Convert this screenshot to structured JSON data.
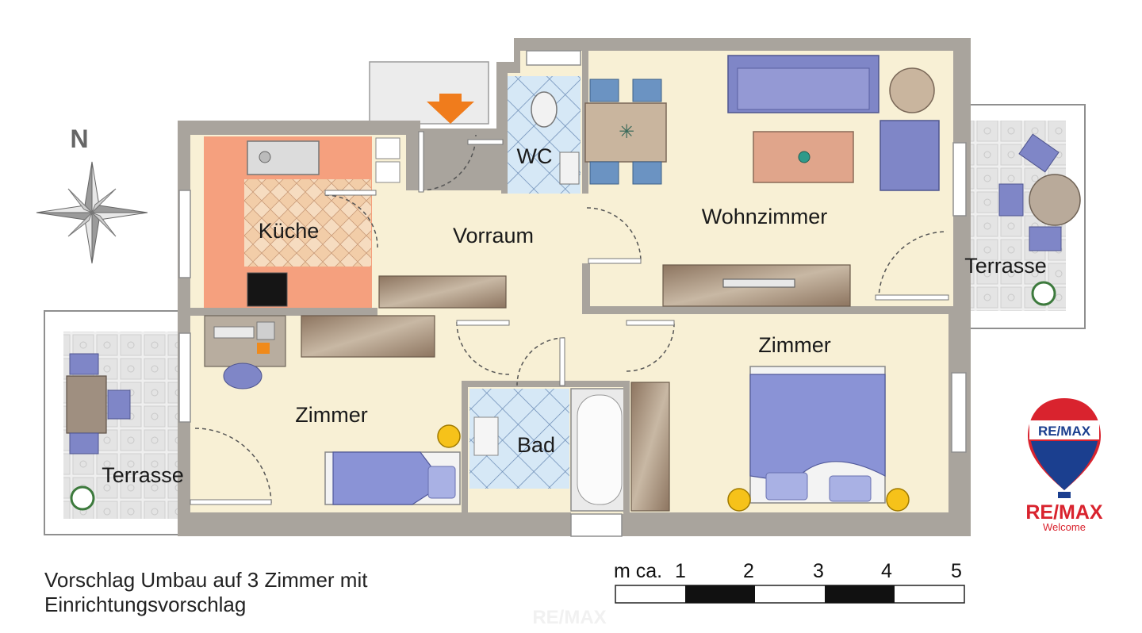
{
  "compass": {
    "label": "N",
    "icon": "compass-rose-icon"
  },
  "rooms": {
    "kueche": "Küche",
    "vorraum": "Vorraum",
    "wc": "WC",
    "wohnzimmer": "Wohnzimmer",
    "terrasse_right": "Terrasse",
    "zimmer_right": "Zimmer",
    "zimmer_left": "Zimmer",
    "bad": "Bad",
    "terrasse_left": "Terrasse"
  },
  "caption": {
    "line1": "Vorschlag Umbau auf 3 Zimmer mit",
    "line2": "Einrichtungsvorschlag"
  },
  "scale": {
    "prefix": "m ca.",
    "ticks": [
      "1",
      "2",
      "3",
      "4",
      "5"
    ]
  },
  "logo": {
    "balloon_text": "RE/MAX",
    "brand": "RE/MAX",
    "sub": "Welcome",
    "watermark": "RE/MAX"
  },
  "colors": {
    "wall": "#a9a49d",
    "floor": "#f8f0d5",
    "kitchen": "#f5a07e",
    "tile": "#d2e6f5",
    "terrace": "#ececec",
    "entrance_arrow": "#f07c1c",
    "furniture_blue": "#7f86c7",
    "remax_red": "#d9232e",
    "remax_blue": "#1b3f8f"
  }
}
